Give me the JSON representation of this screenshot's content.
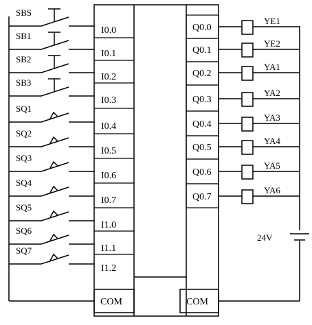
{
  "inputs": [
    {
      "label": "SBS",
      "terminal": "I0.0",
      "type": "pushbutton"
    },
    {
      "label": "SB1",
      "terminal": "I0.1",
      "type": "pushbutton"
    },
    {
      "label": "SB2",
      "terminal": "I0.2",
      "type": "pushbutton"
    },
    {
      "label": "SB3",
      "terminal": "I0.3",
      "type": "pushbutton"
    },
    {
      "label": "SQ1",
      "terminal": "I0.4",
      "type": "limit-switch"
    },
    {
      "label": "SQ2",
      "terminal": "I0.5",
      "type": "limit-switch"
    },
    {
      "label": "SQ3",
      "terminal": "I0.6",
      "type": "limit-switch"
    },
    {
      "label": "SQ4",
      "terminal": "I0.7",
      "type": "limit-switch"
    },
    {
      "label": "SQ5",
      "terminal": "I1.0",
      "type": "limit-switch"
    },
    {
      "label": "SQ6",
      "terminal": "I1.1",
      "type": "limit-switch"
    },
    {
      "label": "SQ7",
      "terminal": "I1.2",
      "type": "limit-switch"
    }
  ],
  "outputs": [
    {
      "terminal": "Q0.0",
      "label": "YE1"
    },
    {
      "terminal": "Q0.1",
      "label": "YE2"
    },
    {
      "terminal": "Q0.2",
      "label": "YA1"
    },
    {
      "terminal": "Q0.3",
      "label": "YA2"
    },
    {
      "terminal": "Q0.4",
      "label": "YA3"
    },
    {
      "terminal": "Q0.5",
      "label": "YA4"
    },
    {
      "terminal": "Q0.6",
      "label": "YA5"
    },
    {
      "terminal": "Q0.7",
      "label": "YA6"
    }
  ],
  "com_input": "COM",
  "com_output": "COM",
  "supply": "24V"
}
